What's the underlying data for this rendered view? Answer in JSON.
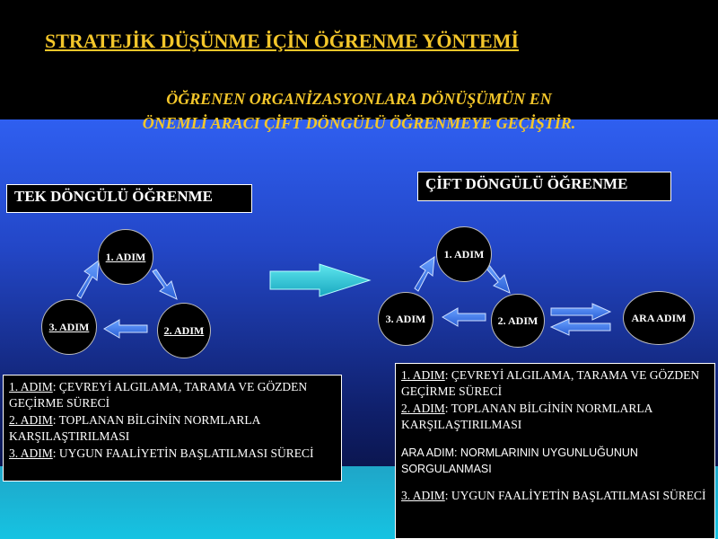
{
  "title": "STRATEJİK DÜŞÜNME İÇİN ÖĞRENME YÖNTEMİ",
  "subtitle_line1": "ÖĞRENEN ORGANİZASYONLARA DÖNÜŞÜMÜN EN",
  "subtitle_line2": "ÖNEMLİ ARACI ÇİFT DÖNGÜLÜ ÖĞRENMEYE GEÇİŞTİR.",
  "single_loop": {
    "label": "TEK DÖNGÜLÜ ÖĞRENME",
    "nodes": {
      "step1": "1. ADIM",
      "step2": "2. ADIM",
      "step3": "3. ADIM"
    },
    "desc": [
      {
        "key": "1. ADIM",
        "text": ": ÇEVREYİ ALGILAMA, TARAMA VE GÖZDEN GEÇİRME SÜRECİ"
      },
      {
        "key": "2. ADIM",
        "text": ": TOPLANAN BİLGİNİN NORMLARLA KARŞILAŞTIRILMASI"
      },
      {
        "key": "3. ADIM",
        "text": ": UYGUN FAALİYETİN BAŞLATILMASI SÜRECİ"
      }
    ]
  },
  "double_loop": {
    "label": "ÇİFT DÖNGÜLÜ ÖĞRENME",
    "nodes": {
      "step1": "1. ADIM",
      "step2": "2. ADIM",
      "step3": "3. ADIM",
      "ara": "ARA ADIM"
    },
    "desc": [
      {
        "key": "1. ADIM",
        "text": ": ÇEVREYİ ALGILAMA, TARAMA VE GÖZDEN GEÇİRME SÜRECİ"
      },
      {
        "key": "2. ADIM",
        "text": ": TOPLANAN BİLGİNİN NORMLARLA KARŞILAŞTIRILMASI"
      },
      {
        "key": "ARA ADIM",
        "text": ": NORMLARININ UYGUNLUĞUNUN SORGULANMASI"
      },
      {
        "key": "3. ADIM",
        "text": ": UYGUN FAALİYETİN BAŞLATILMASI SÜRECİ"
      }
    ]
  },
  "colors": {
    "title": "#f3c62a",
    "arrow": "#4a86e8",
    "big_arrow": "#29c9d6"
  }
}
